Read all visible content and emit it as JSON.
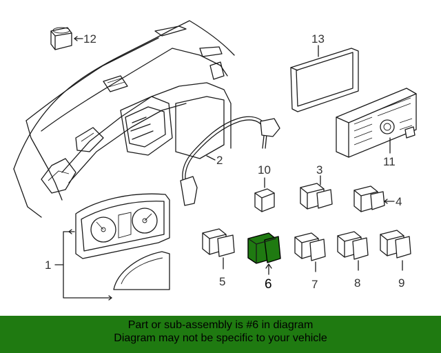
{
  "colors": {
    "highlight_part": "#1f7a11",
    "banner_bg": "#1f7a11",
    "line": "#1a1a1a"
  },
  "callouts": {
    "c1": "1",
    "c2": "2",
    "c3": "3",
    "c4": "4",
    "c5": "5",
    "c6": "6",
    "c7": "7",
    "c8": "8",
    "c9": "9",
    "c10": "10",
    "c11": "11",
    "c12": "12",
    "c13": "13"
  },
  "banner": {
    "line1": "Part or sub-assembly is #6 in diagram",
    "line2": "Diagram may not be specific to your vehicle"
  }
}
